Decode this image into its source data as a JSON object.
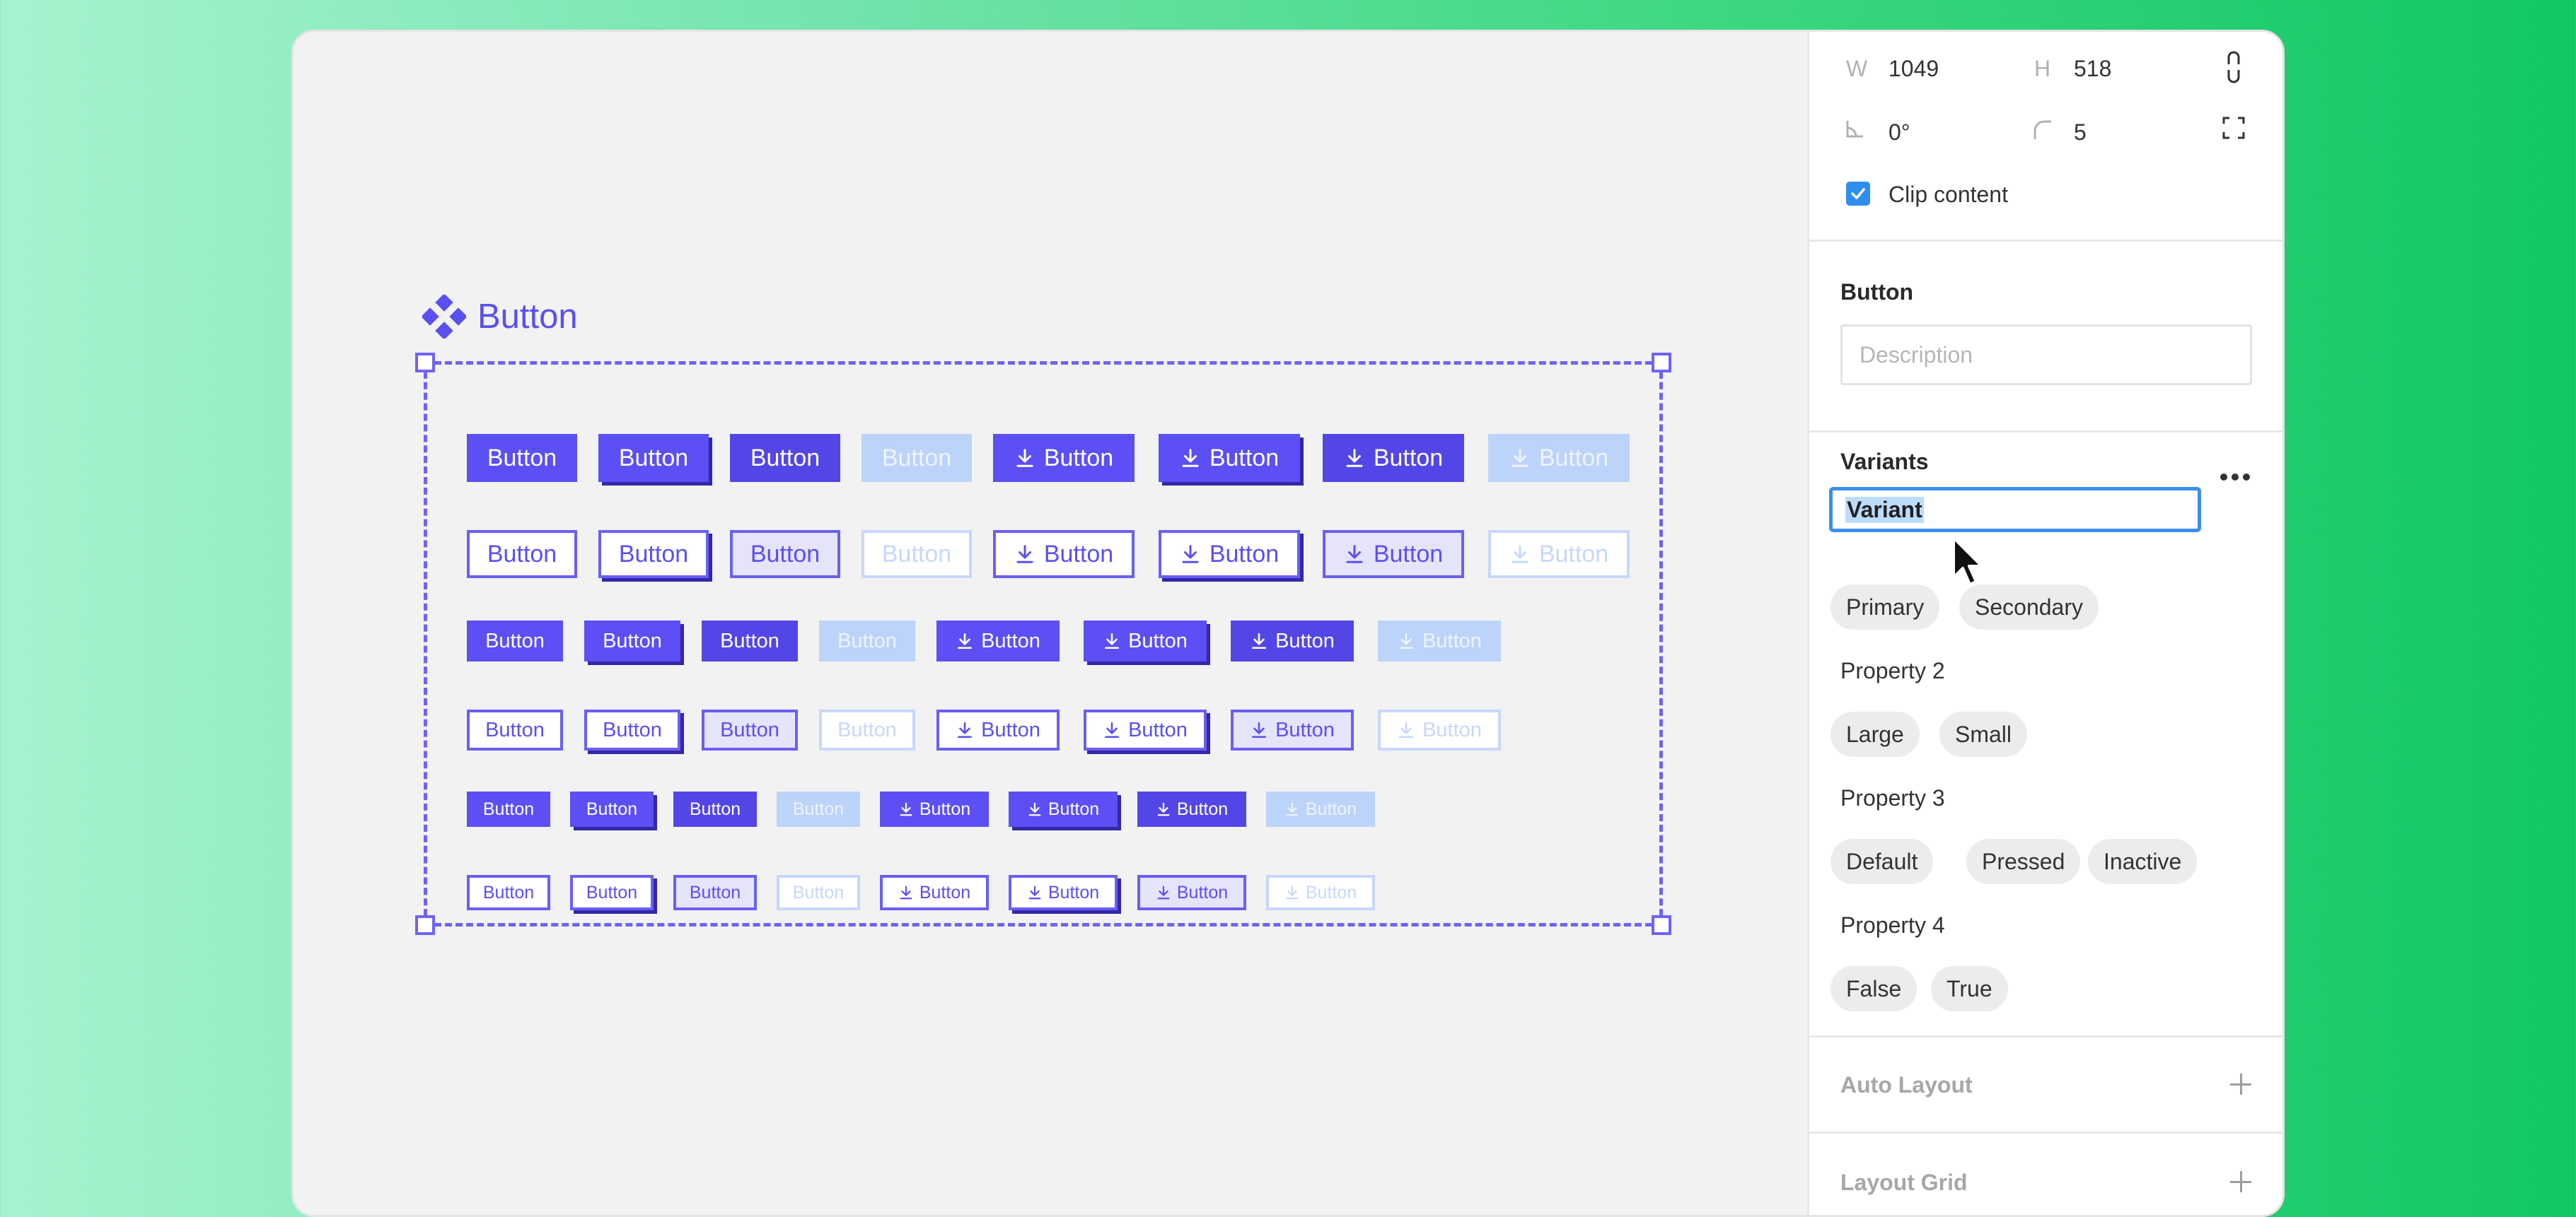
{
  "canvas": {
    "component_label": "Button",
    "button_text": "Button",
    "rows": [
      {
        "size": "large",
        "style": "solid"
      },
      {
        "size": "large",
        "style": "outline"
      },
      {
        "size": "medium",
        "style": "solid"
      },
      {
        "size": "medium",
        "style": "outline"
      },
      {
        "size": "small",
        "style": "solid"
      },
      {
        "size": "small",
        "style": "outline"
      }
    ],
    "columns": [
      {
        "state": "default",
        "icon": false
      },
      {
        "state": "shadow",
        "icon": false
      },
      {
        "state": "pressed",
        "icon": false
      },
      {
        "state": "inactive",
        "icon": false
      },
      {
        "state": "default",
        "icon": true
      },
      {
        "state": "shadow",
        "icon": true
      },
      {
        "state": "pressed",
        "icon": true
      },
      {
        "state": "inactive",
        "icon": true
      }
    ]
  },
  "panel": {
    "dims": {
      "w_label": "W",
      "w_value": "1049",
      "h_label": "H",
      "h_value": "518",
      "rotation_value": "0°",
      "radius_value": "5"
    },
    "clip_content": {
      "label": "Clip content",
      "checked": true
    },
    "component": {
      "title": "Button",
      "description_placeholder": "Description"
    },
    "variants": {
      "title": "Variants",
      "input_value": "Variant",
      "groups": [
        {
          "title": "",
          "options": [
            "Primary",
            "Secondary"
          ]
        },
        {
          "title": "Property 2",
          "options": [
            "Large",
            "Small"
          ]
        },
        {
          "title": "Property 3",
          "options": [
            "Default",
            "Pressed",
            "Inactive"
          ]
        },
        {
          "title": "Property 4",
          "options": [
            "False",
            "True"
          ]
        }
      ]
    },
    "auto_layout": "Auto Layout",
    "layout_grid": "Layout Grid"
  },
  "colors": {
    "accent": "#5b4ff5",
    "inactive": "#bcd3fa",
    "selection": "#3b8ef0",
    "background_green": "#12c764"
  }
}
